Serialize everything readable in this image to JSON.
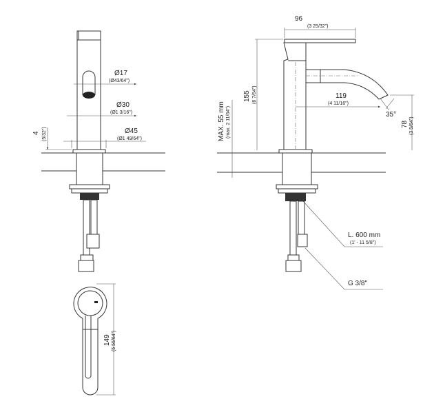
{
  "front_view": {
    "dim_outlet": {
      "value": "Ø17",
      "imperial": "(Ø43/64\")"
    },
    "dim_body": {
      "value": "Ø30",
      "imperial": "(Ø1 3/16\")"
    },
    "dim_base": {
      "value": "Ø45",
      "imperial": "(Ø1 49/64\")"
    },
    "dim_plate": {
      "value": "4",
      "imperial": "(5/32\")"
    }
  },
  "side_view": {
    "dim_handle": {
      "value": "96",
      "imperial": "(3 25/32\")"
    },
    "dim_height": {
      "value": "155",
      "imperial": "(6 7/64\")"
    },
    "dim_counter": {
      "value": "MAX. 55 mm",
      "imperial": "(max. 2 11/64\")"
    },
    "dim_reach": {
      "value": "119",
      "imperial": "(4 11/16\")"
    },
    "dim_angle": {
      "value": "35°"
    },
    "dim_outlet_height": {
      "value": "78",
      "imperial": "(3 5/64\")"
    },
    "hose_length": {
      "value": "L. 600 mm",
      "imperial": "(1' - 11 5/8\")"
    },
    "connection": {
      "value": "G 3/8\""
    }
  },
  "top_view": {
    "dim_length": {
      "value": "149",
      "imperial": "(5 55/64\")"
    }
  }
}
